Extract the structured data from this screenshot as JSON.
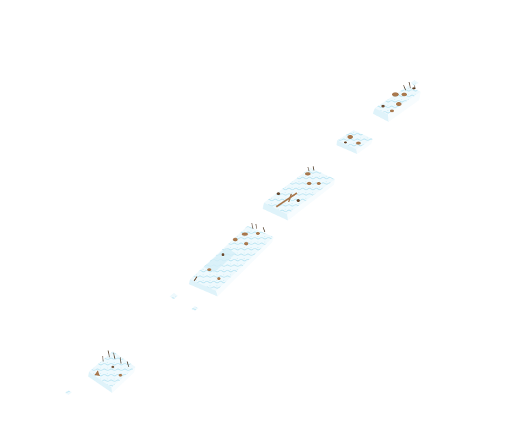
{
  "scene": {
    "type": "isometric-terrain-render",
    "background_color": "#ffffff",
    "terrain": {
      "surface": "snow-ice",
      "snow_color": "#eef9fd",
      "ice_color": "#bde6f3",
      "rock_color": "#a9794f",
      "rock_dark_color": "#6b4a30"
    },
    "tiles": [
      {
        "id": "tile-1",
        "surface": "snow-with-rock"
      },
      {
        "id": "tile-2",
        "surface": "snow-with-rock"
      },
      {
        "id": "tile-3",
        "surface": "snow-with-rock"
      },
      {
        "id": "tile-4",
        "surface": "snow-with-rock"
      },
      {
        "id": "tile-5",
        "surface": "snow-with-rock"
      },
      {
        "id": "tile-6",
        "surface": "snow-with-rock"
      }
    ]
  }
}
